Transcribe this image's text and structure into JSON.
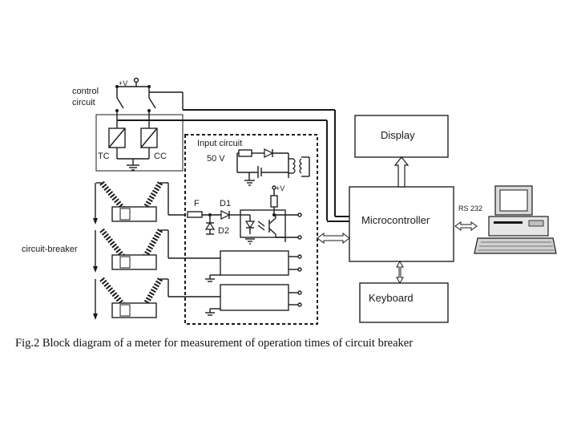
{
  "labels": {
    "supply": "+V",
    "control_circuit_line1": "control",
    "control_circuit_line2": "circuit",
    "tc": "TC",
    "cc": "CC",
    "input_circuit": "Input circuit",
    "voltage": "50 V",
    "fuse": "F",
    "diode1": "D1",
    "diode2": "D2",
    "supply2": "+V",
    "circuit_breaker": "circuit-breaker",
    "rs232": "RS 232"
  },
  "blocks": {
    "display": "Display",
    "microcontroller": "Microcontroller",
    "keyboard": "Keyboard"
  },
  "caption": "Fig.2 Block diagram of a meter for measurement of operation times of circuit breaker",
  "colors": {
    "line": "#1a1a1a",
    "background": "#ffffff"
  }
}
